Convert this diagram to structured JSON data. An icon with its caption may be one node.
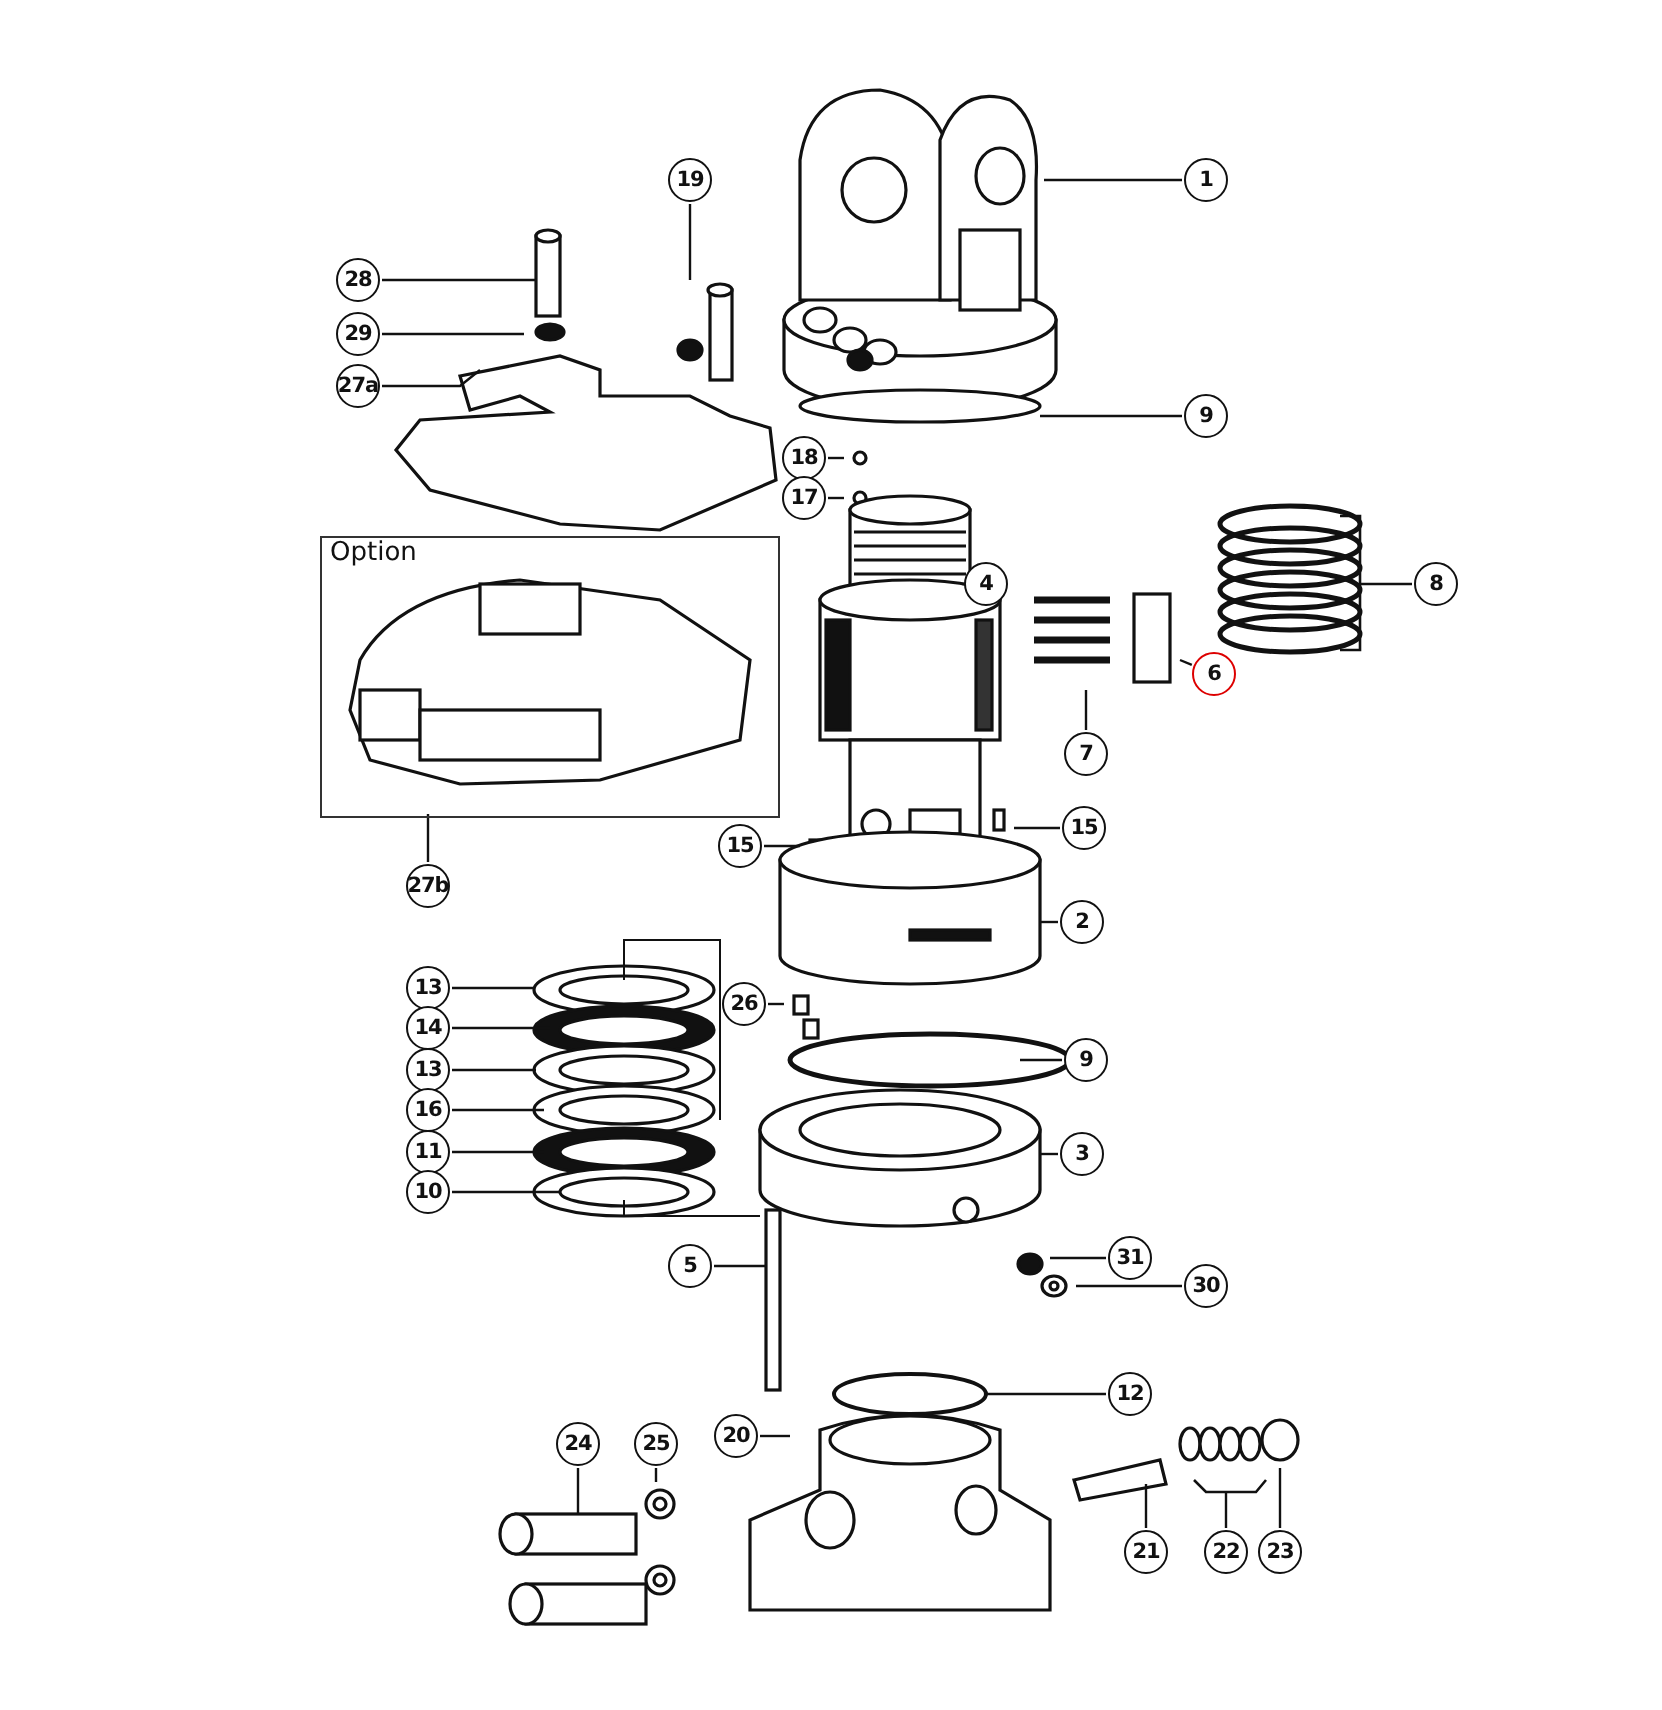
{
  "diagram": {
    "nodes": [
      {
        "text": [
          "19"
        ]
      },
      {
        "text": [
          "1"
        ]
      },
      {
        "text": [
          "28"
        ]
      },
      {
        "text": [
          "29"
        ]
      },
      {
        "text": [
          "27a"
        ]
      },
      {
        "text": [
          "9"
        ]
      },
      {
        "text": [
          "18"
        ]
      },
      {
        "text": [
          "17"
        ]
      },
      {
        "text": [
          "Option"
        ]
      },
      {
        "text": [
          "8"
        ]
      },
      {
        "text": [
          "4"
        ]
      },
      {
        "text": [
          "6"
        ]
      },
      {
        "text": [
          "7"
        ]
      },
      {
        "text": [
          "15"
        ]
      },
      {
        "text": [
          "15"
        ]
      },
      {
        "text": [
          "27b"
        ]
      },
      {
        "text": [
          "2"
        ]
      },
      {
        "text": [
          "13"
        ]
      },
      {
        "text": [
          "26"
        ]
      },
      {
        "text": [
          "14"
        ]
      },
      {
        "text": [
          "9"
        ]
      },
      {
        "text": [
          "13"
        ]
      },
      {
        "text": [
          "16"
        ]
      },
      {
        "text": [
          "3"
        ]
      },
      {
        "text": [
          "11"
        ]
      },
      {
        "text": [
          "10"
        ]
      },
      {
        "text": [
          "5"
        ]
      },
      {
        "text": [
          "31"
        ]
      },
      {
        "text": [
          "30"
        ]
      },
      {
        "text": [
          "12"
        ]
      },
      {
        "text": [
          "20"
        ]
      },
      {
        "text": [
          "24"
        ]
      },
      {
        "text": [
          "25"
        ]
      },
      {
        "text": [
          "21"
        ]
      },
      {
        "text": [
          "22"
        ]
      },
      {
        "text": [
          "23"
        ]
      }
    ],
    "edges": [
      {
        "from": 0,
        "to": null,
        "arrow": "none"
      },
      {
        "from": 1,
        "to": null,
        "arrow": "none"
      },
      {
        "from": 2,
        "to": null,
        "arrow": "none"
      },
      {
        "from": 3,
        "to": null,
        "arrow": "none"
      },
      {
        "from": 4,
        "to": null,
        "arrow": "none"
      },
      {
        "from": 5,
        "to": null,
        "arrow": "none"
      },
      {
        "from": 6,
        "to": null,
        "arrow": "none"
      },
      {
        "from": 7,
        "to": null,
        "arrow": "none"
      },
      {
        "from": 9,
        "to": null,
        "arrow": "none"
      },
      {
        "from": 10,
        "to": null,
        "arrow": "none"
      },
      {
        "from": 11,
        "to": null,
        "arrow": "none"
      },
      {
        "from": 12,
        "to": null,
        "arrow": "none"
      },
      {
        "from": 13,
        "to": null,
        "arrow": "none"
      },
      {
        "from": 14,
        "to": null,
        "arrow": "none"
      },
      {
        "from": 15,
        "to": 8,
        "arrow": "none"
      },
      {
        "from": 16,
        "to": null,
        "arrow": "none"
      },
      {
        "from": 17,
        "to": null,
        "arrow": "none"
      },
      {
        "from": 18,
        "to": null,
        "arrow": "none"
      },
      {
        "from": 19,
        "to": null,
        "arrow": "none"
      },
      {
        "from": 20,
        "to": null,
        "arrow": "none"
      },
      {
        "from": 21,
        "to": null,
        "arrow": "none"
      },
      {
        "from": 22,
        "to": null,
        "arrow": "none"
      },
      {
        "from": 23,
        "to": null,
        "arrow": "none"
      },
      {
        "from": 24,
        "to": null,
        "arrow": "none"
      },
      {
        "from": 25,
        "to": null,
        "arrow": "none"
      },
      {
        "from": 26,
        "to": null,
        "arrow": "none"
      },
      {
        "from": 27,
        "to": null,
        "arrow": "none"
      },
      {
        "from": 28,
        "to": null,
        "arrow": "none"
      },
      {
        "from": 29,
        "to": null,
        "arrow": "none"
      },
      {
        "from": 30,
        "to": null,
        "arrow": "none"
      },
      {
        "from": 31,
        "to": null,
        "arrow": "none"
      },
      {
        "from": 32,
        "to": null,
        "arrow": "none"
      },
      {
        "from": 33,
        "to": null,
        "arrow": "none"
      },
      {
        "from": 34,
        "to": null,
        "arrow": "none"
      },
      {
        "from": 35,
        "to": null,
        "arrow": "none"
      }
    ]
  }
}
